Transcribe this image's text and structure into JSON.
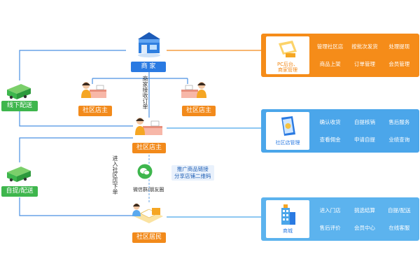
{
  "nodes": {
    "merchant": "商  家",
    "owner_left": "社区店主",
    "owner_right": "社区店主",
    "owner_center": "社区店主",
    "resident": "社区居民",
    "offline_delivery": "线下配送",
    "pickup_delivery": "自提/配送"
  },
  "annotations": {
    "merchant_receive": "商家接收订单",
    "enter_store_order": "进入社区店下单",
    "wechat_label": "微信群/朋友圈",
    "promo_line1": "推广商品链接",
    "promo_line2": "分享店铺二维码"
  },
  "panels": [
    {
      "caption": "PC后台、商家管理",
      "caption_line1": "PC后台、",
      "caption_line2": "商家管理",
      "items": [
        "管理社区店",
        "按批次发货",
        "处理提现",
        "商品上架",
        "订单管理",
        "会员管理"
      ]
    },
    {
      "caption": "社区店管理",
      "items": [
        "确认收货",
        "自提核销",
        "售后服务",
        "查看佣金",
        "申请自提",
        "业绩查询"
      ]
    },
    {
      "caption": "商城",
      "items": [
        "进入门店",
        "挑选结算",
        "自提/配送",
        "售后评价",
        "会员中心",
        "在线客服"
      ]
    }
  ],
  "colors": {
    "blue": "#2a7ae2",
    "orange": "#f28a1b",
    "green": "#3eb64d",
    "panel_orange": "#f58c19",
    "panel_blue": "#4ba6ea",
    "panel_light_blue": "#5cb3ee"
  },
  "icons": [
    "shop-icon",
    "shopkeeper-icon",
    "truck-icon",
    "wechat-icon",
    "resident-icon",
    "pc-icon",
    "phone-icon",
    "building-icon"
  ]
}
